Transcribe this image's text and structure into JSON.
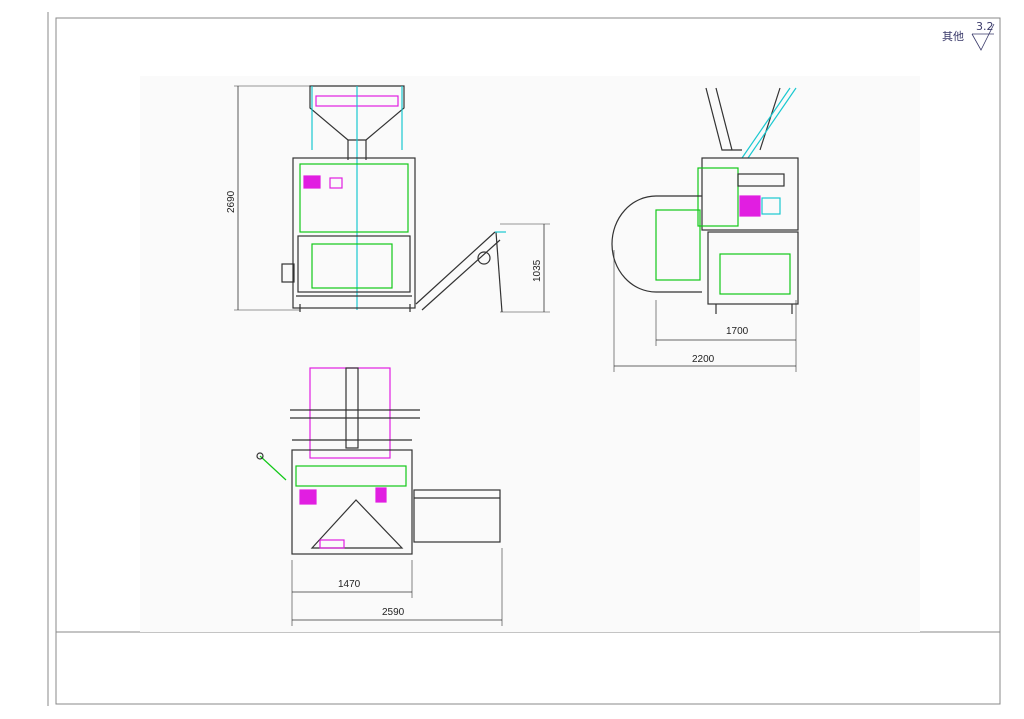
{
  "title_block": {
    "label": "其他",
    "roughness": "3.2"
  },
  "dimensions": {
    "front_height": "2690",
    "conveyor_height": "1035",
    "side_width_inner": "1700",
    "side_width_outer": "2200",
    "top_width_inner": "1470",
    "top_width_outer": "2590"
  },
  "colors": {
    "outline": "#333333",
    "cyan": "#19c8d0",
    "green": "#12c818",
    "magenta": "#e11ee1",
    "frame": "#888888"
  }
}
